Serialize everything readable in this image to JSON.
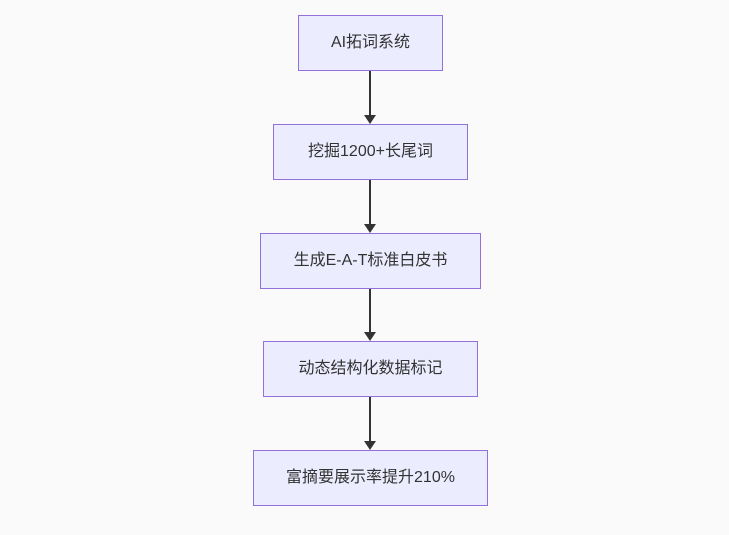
{
  "flowchart": {
    "direction": "top-down",
    "nodes": [
      {
        "label": "AI拓词系统"
      },
      {
        "label": "挖掘1200+长尾词"
      },
      {
        "label": "生成E-A-T标准白皮书"
      },
      {
        "label": "动态结构化数据标记"
      },
      {
        "label": "富摘要展示率提升210%"
      }
    ],
    "edges": [
      {
        "from": 0,
        "to": 1,
        "style": "solid-arrow"
      },
      {
        "from": 1,
        "to": 2,
        "style": "solid-arrow"
      },
      {
        "from": 2,
        "to": 3,
        "style": "solid-arrow"
      },
      {
        "from": 3,
        "to": 4,
        "style": "solid-arrow"
      }
    ],
    "colors": {
      "node_fill": "#ececff",
      "node_border": "#9370db",
      "node_text": "#333333",
      "arrow": "#333333",
      "background": "#fafafa"
    }
  }
}
